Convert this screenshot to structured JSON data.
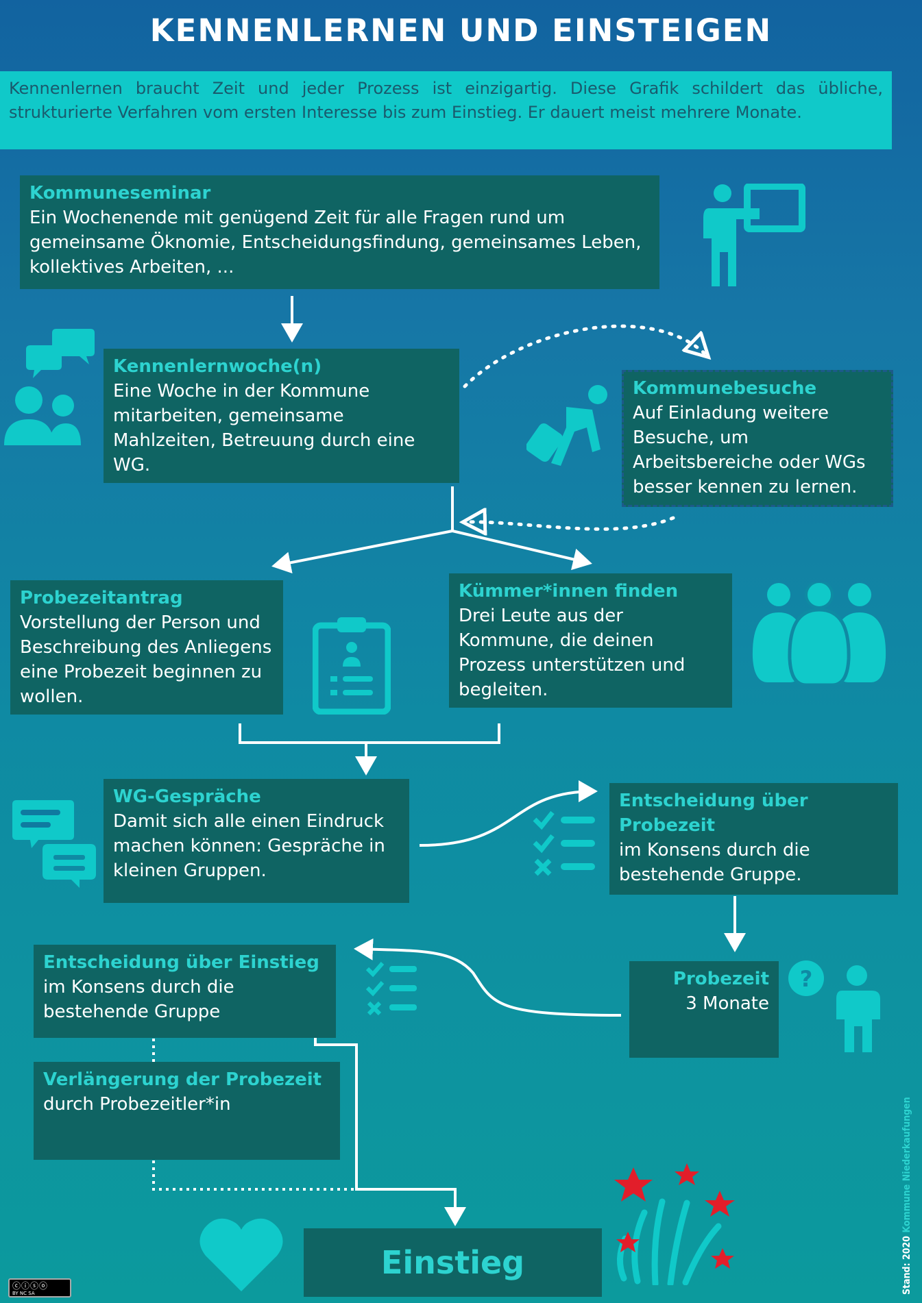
{
  "title": "KENNENLERNEN UND EINSTEIGEN",
  "intro": "Kennenlernen braucht Zeit und jeder Prozess ist einzigartig. Diese Grafik schildert das übliche, strukturierte Verfahren vom ersten Interesse bis zum Einstieg. Er dauert meist mehrere Monate.",
  "steps": {
    "kommuneseminar": {
      "heading": "Kommuneseminar",
      "text": "Ein Wochenende mit genügend Zeit für alle Fragen rund um gemeinsame Öknomie, Entscheidungsfindung, gemeinsames Leben, kollektives Arbeiten, ..."
    },
    "kennenlernwoche": {
      "heading": "Kennenlernwoche(n)",
      "text": "Eine Woche in der Kommune mitarbeiten, gemeinsame Mahlzeiten, Betreuung durch eine WG."
    },
    "kommunebesuche": {
      "heading": "Kommunebesuche",
      "text": "Auf Einladung weitere Besuche, um Arbeitsbereiche oder WGs besser kennen zu lernen."
    },
    "probezeitantrag": {
      "heading": "Probezeitantrag",
      "text": "Vorstellung der Person und Beschreibung des Anliegens eine Probezeit beginnen zu wollen."
    },
    "kuemmerinnen": {
      "heading": "Kümmer*innen finden",
      "text": "Drei Leute aus der Kommune, die deinen Prozess unterstützen und begleiten."
    },
    "wg_gespraeche": {
      "heading": "WG-Gespräche",
      "text": "Damit sich alle einen Eindruck machen können: Gespräche in kleinen Gruppen."
    },
    "entscheidung_probezeit": {
      "heading": "Entscheidung über Probezeit",
      "text": "im Konsens durch die bestehende Gruppe."
    },
    "probezeit": {
      "heading": "Probezeit",
      "text": "3 Monate"
    },
    "entscheidung_einstieg": {
      "heading": "Entscheidung über Einstieg",
      "text": "im Konsens durch die bestehende Gruppe"
    },
    "verlaengerung": {
      "heading": "Verlängerung der Probezeit",
      "text": "durch Probezeitler*in"
    },
    "einstieg": {
      "heading": "Einstieg"
    }
  },
  "footer": {
    "stand": "Stand: 2020",
    "author": "Kommune Niederkaufungen",
    "license_badge": "BY NC SA"
  },
  "colors": {
    "box": "#0f6463",
    "heading": "#2dd3d0",
    "icon": "#10c9c9",
    "star": "#e21e2a"
  }
}
